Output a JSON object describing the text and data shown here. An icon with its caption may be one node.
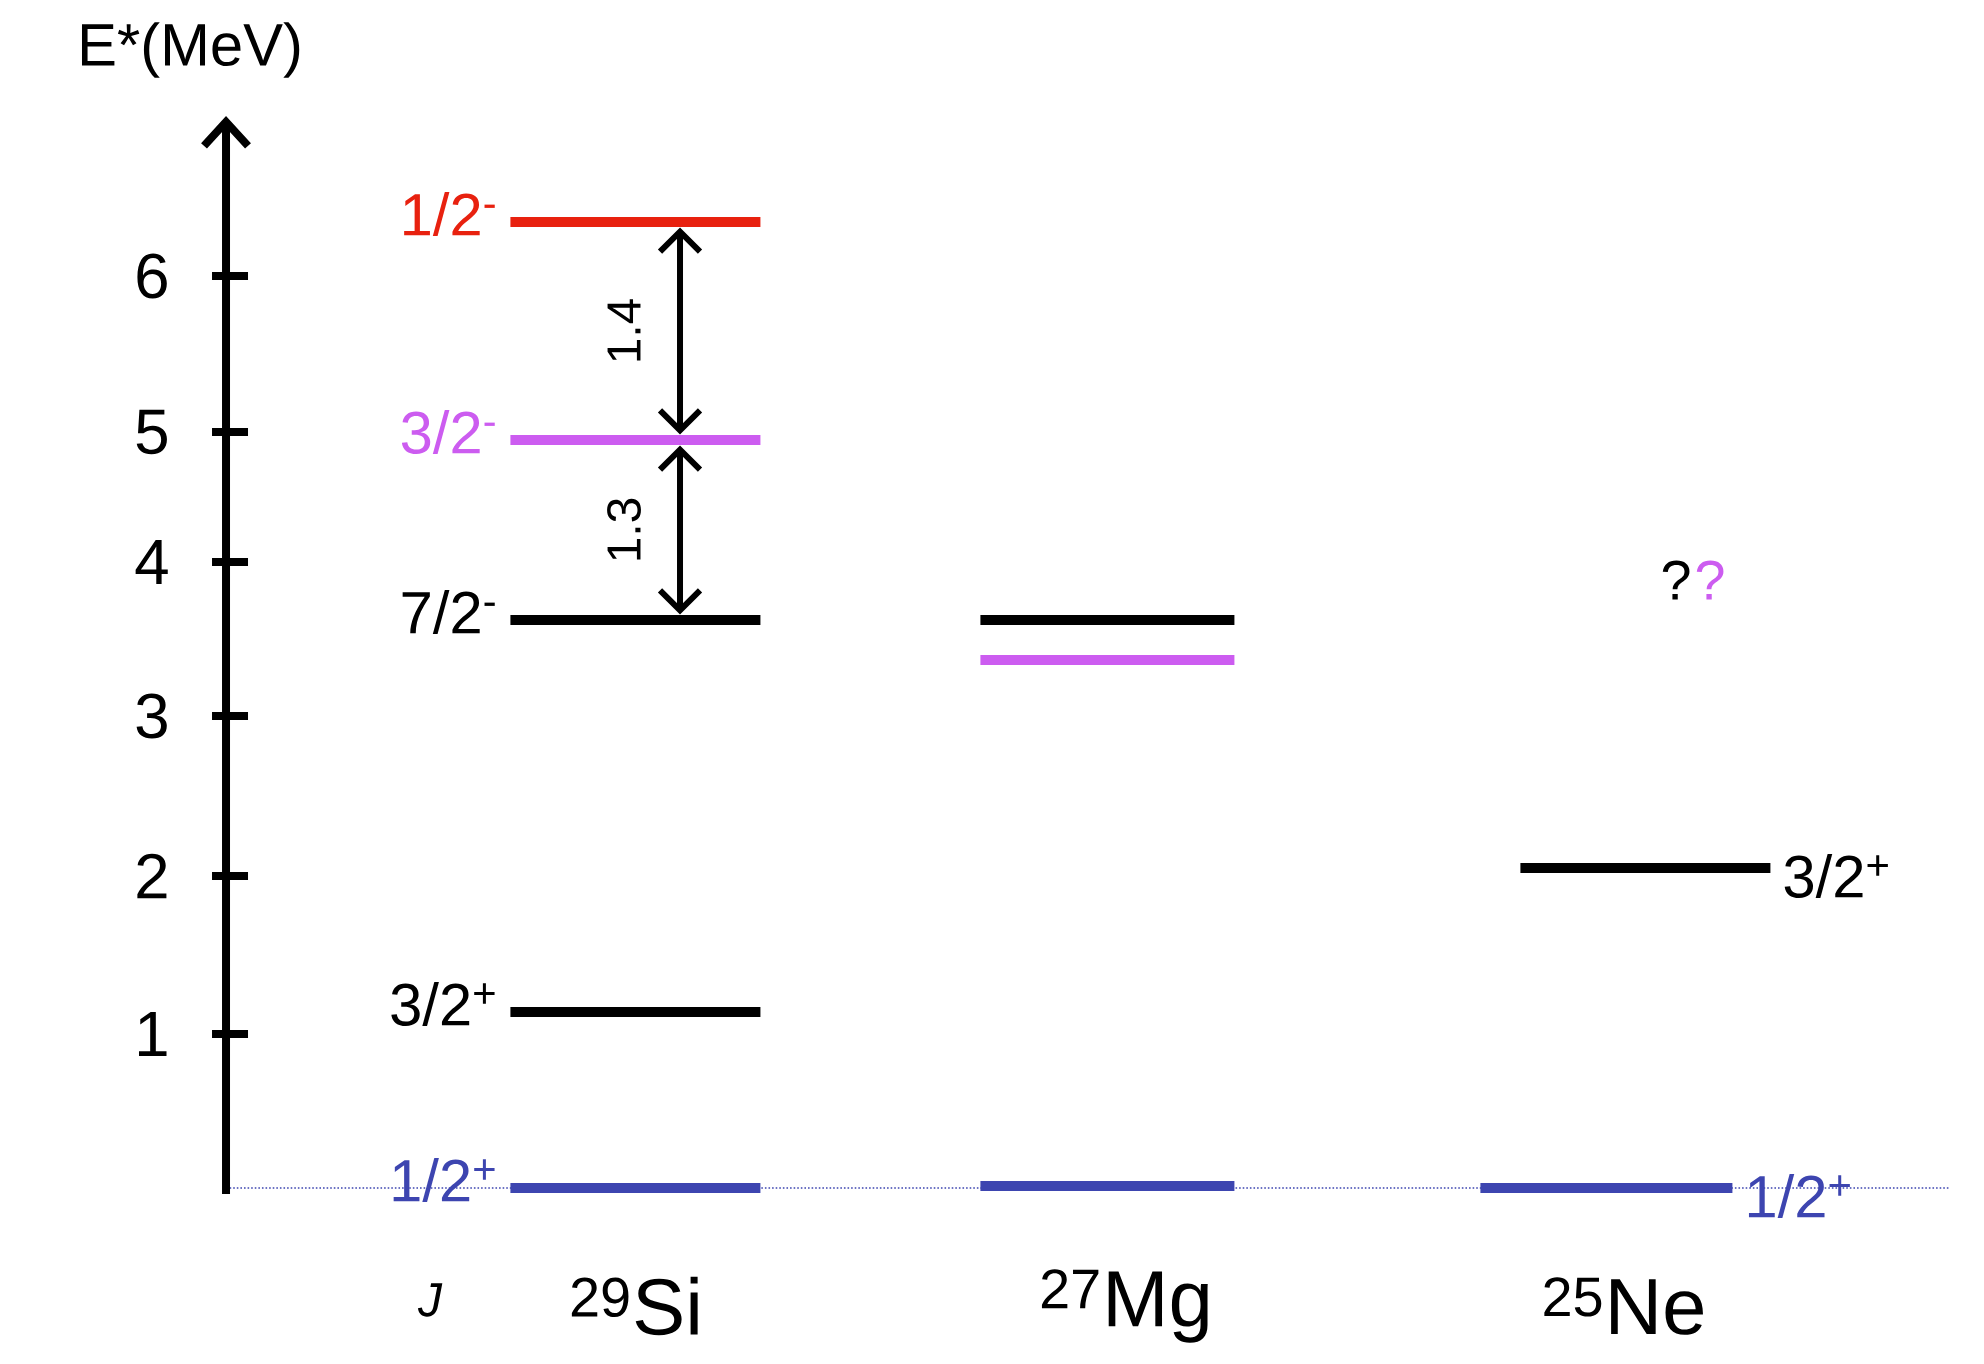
{
  "diagram": {
    "nodes": [
      {
        "text": [],
        "shape": "bar",
        "beside": [
          "1/2$^{-}$"
        ]
      },
      {
        "text": [],
        "shape": "bar",
        "beside": [
          "3/2$^{-}$"
        ]
      },
      {
        "text": [],
        "shape": "bar",
        "beside": [
          "7/2$^{-}$"
        ]
      },
      {
        "text": [],
        "shape": "bar",
        "beside": [
          "3/2$^{+}$"
        ]
      },
      {
        "text": [],
        "shape": "bar",
        "beside": [
          "1/2$^{+}$"
        ]
      },
      {
        "text": [],
        "shape": "bar"
      },
      {
        "text": [],
        "shape": "bar"
      },
      {
        "text": [],
        "shape": "bar"
      },
      {
        "text": [],
        "shape": "bar",
        "beside": [
          "3/2$^{+}$"
        ]
      },
      {
        "text": [],
        "shape": "bar",
        "beside": [
          "1/2$^{+}$"
        ]
      }
    ],
    "edges": [
      {
        "from": 1,
        "to": 0,
        "arrow": "both",
        "label": "1.4"
      },
      {
        "from": 2,
        "to": 1,
        "arrow": "both",
        "label": "1.3"
      }
    ],
    "labels": [
      "E*(MeV)",
      "6",
      "5",
      "4",
      "3",
      "2",
      "1",
      "?",
      "?",
      "J",
      "$^{29}$Si",
      "$^{27}$Mg",
      "$^{25}$Ne"
    ]
  }
}
